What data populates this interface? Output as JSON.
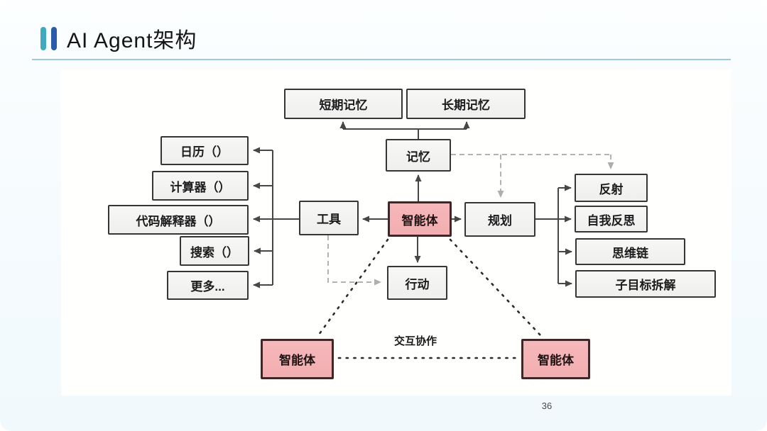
{
  "header": {
    "title": "AI Agent架构"
  },
  "diagram": {
    "memory_section": {
      "short_term": "短期记忆",
      "long_term": "长期记忆",
      "memory": "记忆"
    },
    "tool_section": {
      "hub": "工具",
      "items": [
        "日历（）",
        "计算器（）",
        "代码解释器（）",
        "搜索（）",
        "更多..."
      ]
    },
    "agent": "智能体",
    "planning_section": {
      "hub": "规划",
      "items": [
        "反射",
        "自我反思",
        "思维链",
        "子目标拆解"
      ]
    },
    "action": "行动",
    "collaboration": {
      "label": "交互协作",
      "left_agent": "智能体",
      "right_agent": "智能体"
    }
  },
  "footer": {
    "page_number": "36"
  },
  "colors": {
    "accent_teal": "#3fa9c0",
    "accent_blue": "#2b5ca9",
    "title_underline": "#9ec9d6",
    "agent_pink": "#f5b3b6",
    "node_fill": "#f3f3f3",
    "node_border": "#363636",
    "wire_solid": "#474747",
    "wire_dashed": "#b3b3b3"
  }
}
